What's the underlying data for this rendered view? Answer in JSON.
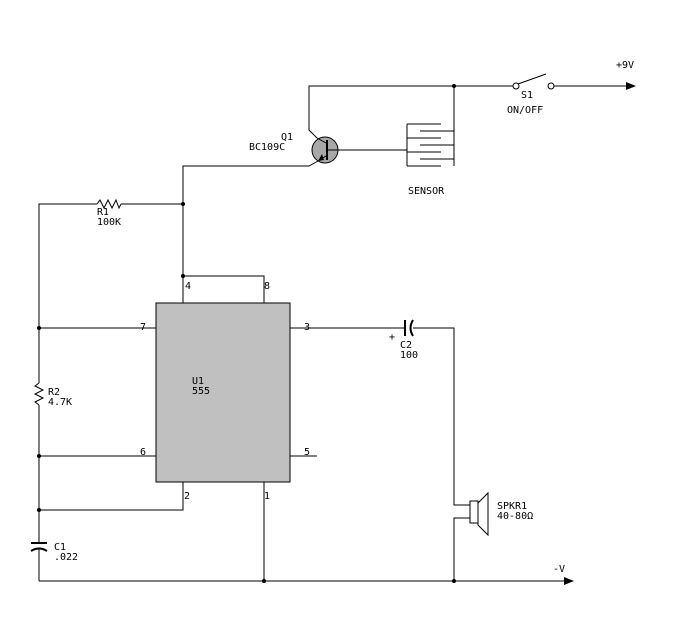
{
  "colors": {
    "wire": "#000000",
    "ic_fill": "#c0c0c0",
    "q1_fill": "#a8a8a8",
    "background": "#ffffff"
  },
  "rails": {
    "positive": "+9V",
    "negative": "-V"
  },
  "switch": {
    "ref": "S1",
    "label": "ON/OFF"
  },
  "transistor": {
    "ref": "Q1",
    "part": "BC109C"
  },
  "sensor": {
    "label": "SENSOR"
  },
  "r1": {
    "ref": "R1",
    "value": "100K"
  },
  "r2": {
    "ref": "R2",
    "value": "4.7K"
  },
  "c1": {
    "ref": "C1",
    "value": ".022"
  },
  "c2": {
    "ref": "C2",
    "value": "100",
    "polarity": "+"
  },
  "ic": {
    "ref": "U1",
    "part": "555",
    "pins": {
      "p1": "1",
      "p2": "2",
      "p3": "3",
      "p4": "4",
      "p5": "5",
      "p6": "6",
      "p7": "7",
      "p8": "8"
    }
  },
  "speaker": {
    "ref": "SPKR1",
    "value": "40-80Ω"
  }
}
